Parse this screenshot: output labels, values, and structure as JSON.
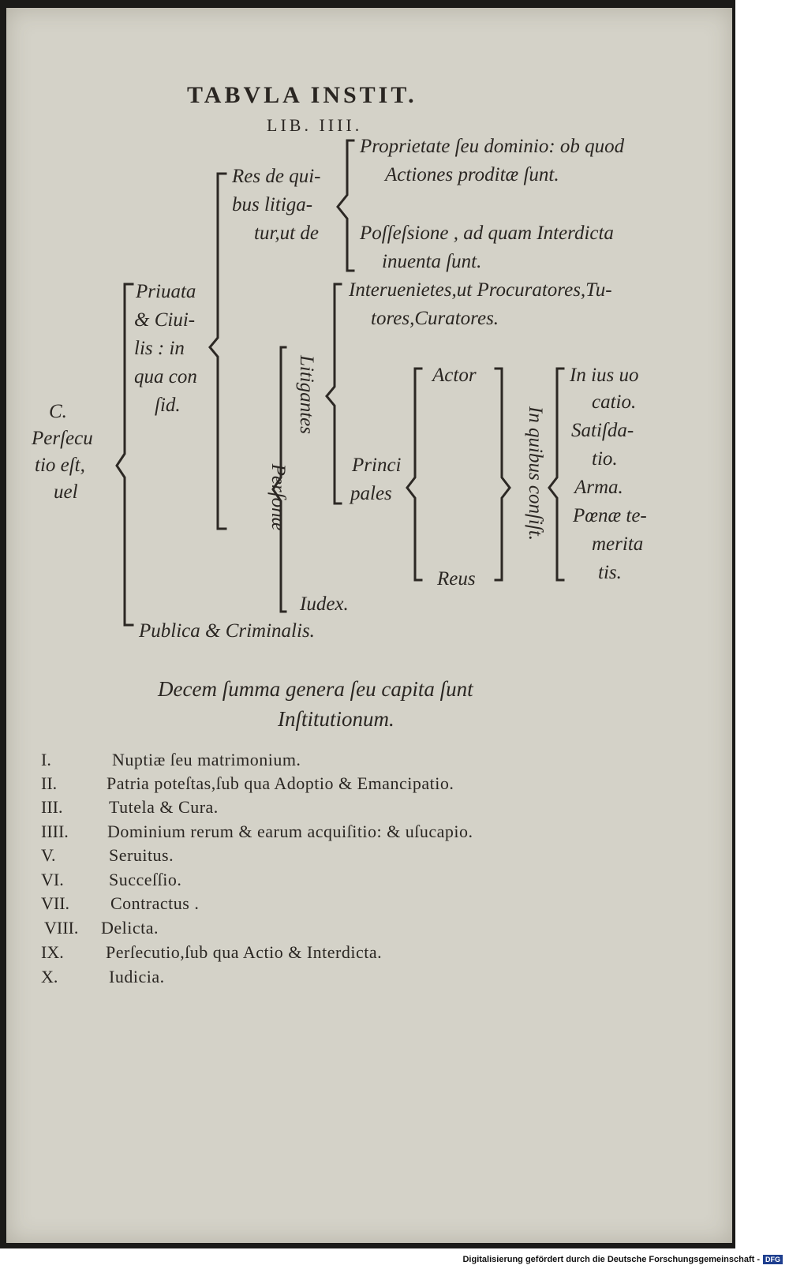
{
  "header": {
    "title": "TABVLA INSTIT.",
    "book": "LIB. IIII."
  },
  "tree": {
    "root": [
      "C.",
      "Perſecu",
      "tio eſt,",
      "uel"
    ],
    "privata": [
      "Priuata",
      "& Ciui-",
      "lis : in",
      "qua con",
      "ſid."
    ],
    "res": [
      "Res de qui-",
      "bus litiga-",
      "tur,ut de"
    ],
    "proprietate": [
      "Proprietate ſeu dominio: ob quod",
      "Actiones proditæ ſunt."
    ],
    "possessione": [
      "Poſſeſsione , ad quam Interdicta",
      "inuenta ſunt."
    ],
    "personae": "Perſonæ",
    "litigantes": "Litigantes",
    "interuenientes": [
      "Interuenietes,ut Procuratores,Tu-",
      "tores,Curatores."
    ],
    "principales": [
      "Princi",
      "pales"
    ],
    "actor": "Actor",
    "reus": "Reus",
    "in_quibus": "In quibus conſiſt.",
    "consist": [
      "In ius uo",
      "catio.",
      "Satiſda-",
      "tio.",
      "Arma.",
      "Pœnæ te-",
      "merita",
      "tis."
    ],
    "iudex": "Iudex.",
    "publica": "Publica & Criminalis."
  },
  "subtitle": [
    "Decem ſumma genera ſeu capita ſunt",
    "Inſtitutionum."
  ],
  "list": [
    {
      "num": "I.",
      "text": "Nuptiæ ſeu matrimonium."
    },
    {
      "num": "II.",
      "text": "Patria poteſtas,ſub qua Adoptio & Emancipatio."
    },
    {
      "num": "III.",
      "text": "Tutela & Cura."
    },
    {
      "num": "IIII.",
      "text": "Dominium rerum & earum acquiſitio: & uſucapio."
    },
    {
      "num": "V.",
      "text": "Seruitus."
    },
    {
      "num": "VI.",
      "text": "Succeſſio."
    },
    {
      "num": "VII.",
      "text": "Contractus ."
    },
    {
      "num": "VIII.",
      "text": "Delicta."
    },
    {
      "num": "IX.",
      "text": "Perſecutio,ſub qua Actio & Interdicta."
    },
    {
      "num": "X.",
      "text": "Iudicia."
    }
  ],
  "footer": {
    "text": "Digitalisierung gefördert durch die Deutsche Forschungsgemeinschaft -",
    "logo": "DFG"
  }
}
